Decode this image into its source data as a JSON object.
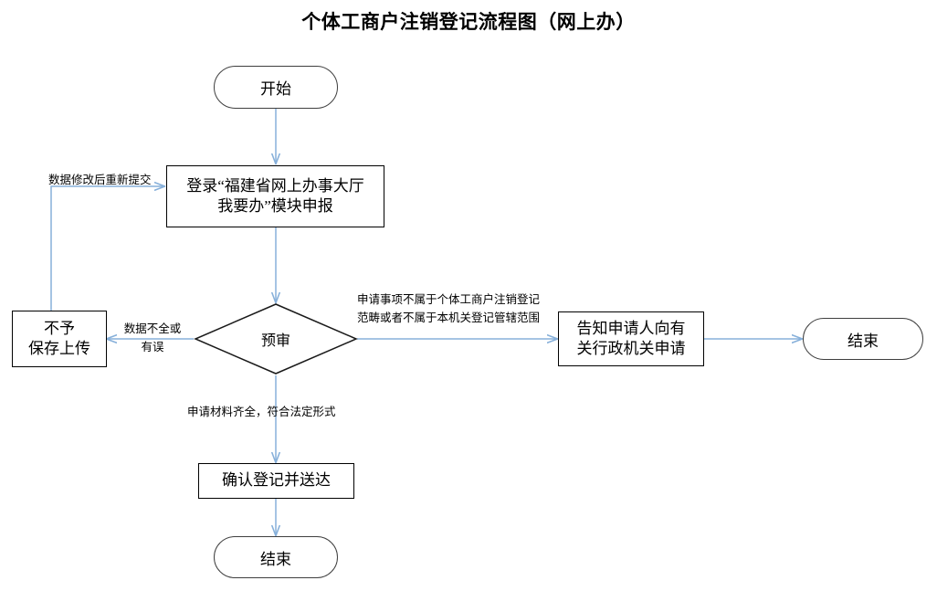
{
  "document": {
    "title": "个体工商户注销登记流程图（网上办）"
  },
  "colors": {
    "connector": "#87b0da",
    "node_border": "#000000",
    "terminator_border": "#3f3f3f",
    "text": "#000000",
    "background": "#ffffff"
  },
  "nodes": {
    "start": {
      "label": "开始",
      "shape": "terminator"
    },
    "apply": {
      "line1": "登录“福建省网上办事大厅",
      "line2": "我要办”模块申报",
      "shape": "process"
    },
    "review": {
      "label": "预审",
      "shape": "decision"
    },
    "reject_save": {
      "line1": "不予",
      "line2": "保存上传",
      "shape": "process"
    },
    "notify": {
      "line1": "告知申请人向有",
      "line2": "关行政机关申请",
      "shape": "process"
    },
    "end_right": {
      "label": "结束",
      "shape": "terminator"
    },
    "confirm": {
      "label": "确认登记并送达",
      "shape": "process"
    },
    "end_bottom": {
      "label": "结束",
      "shape": "terminator"
    }
  },
  "edge_labels": {
    "resubmit": "数据修改后重新提交",
    "data_incomplete_line1": "数据不全或",
    "data_incomplete_line2": "有误",
    "out_of_scope_line1": "申请事项不属于个体工商户注销登记",
    "out_of_scope_line2": "范畴或者不属于本机关登记管辖范围",
    "materials_complete": "申请材料齐全，符合法定形式"
  },
  "flow": {
    "edges": [
      {
        "from": "start",
        "to": "apply",
        "label": ""
      },
      {
        "from": "apply",
        "to": "review",
        "label": ""
      },
      {
        "from": "review",
        "to": "reject_save",
        "label": "数据不全或有误"
      },
      {
        "from": "reject_save",
        "to": "apply",
        "label": "数据修改后重新提交"
      },
      {
        "from": "review",
        "to": "notify",
        "label": "申请事项不属于个体工商户注销登记范畴或者不属于本机关登记管辖范围"
      },
      {
        "from": "notify",
        "to": "end_right",
        "label": ""
      },
      {
        "from": "review",
        "to": "confirm",
        "label": "申请材料齐全，符合法定形式"
      },
      {
        "from": "confirm",
        "to": "end_bottom",
        "label": ""
      }
    ]
  }
}
